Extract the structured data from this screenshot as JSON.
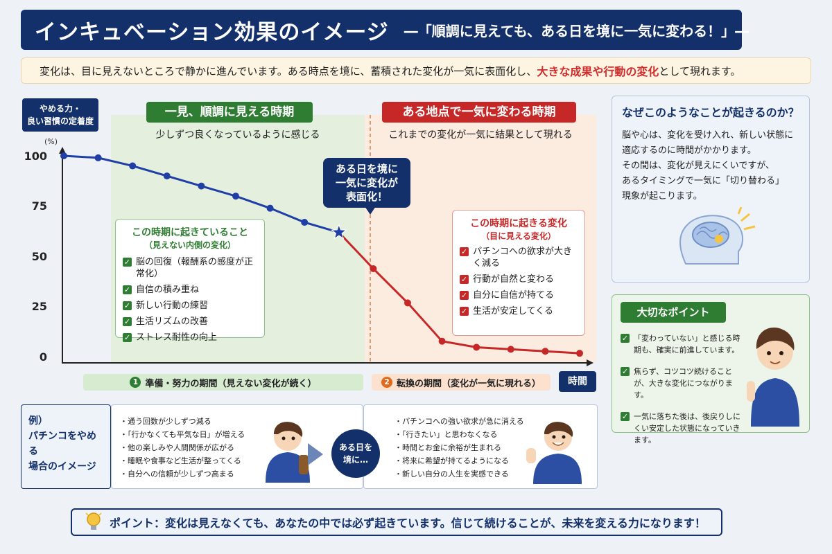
{
  "title": {
    "main": "インキュベーション効果のイメージ",
    "sub": "―「順調に見えても、ある日を境に一気に変わる！」―"
  },
  "intro": {
    "text": "変化は、目に見えないところで静かに進んでいます。ある時点を境に、蓄積された変化が一気に表面化し、",
    "emphasis": "大きな成果や行動の変化",
    "suffix": "として現れます。"
  },
  "chart_data": {
    "type": "line",
    "ylabel_lines": [
      "やめる力・",
      "良い習慣の定着度"
    ],
    "y_unit": "(%)",
    "yticks": [
      100,
      75,
      50,
      25,
      0
    ],
    "ylim": [
      0,
      100
    ],
    "xlabel": "時間",
    "x": [
      1,
      2,
      3,
      4,
      5,
      6,
      7,
      8,
      9,
      10,
      11,
      12,
      13,
      14,
      15,
      16
    ],
    "series": [
      {
        "values": [
          100,
          99,
          95,
          90,
          85,
          80,
          74,
          67,
          62,
          null,
          null,
          null,
          null,
          null,
          null,
          null
        ],
        "color": "#1f3fa6"
      },
      {
        "values": [
          null,
          null,
          null,
          null,
          null,
          null,
          null,
          null,
          62,
          44,
          27,
          8,
          5,
          4,
          3,
          2
        ],
        "color": "#c62828"
      }
    ],
    "turning_point_x": 9
  },
  "phases": {
    "phase1": {
      "title": "一見、順調に見える時期",
      "sub": "少しずつ良くなっているように感じる"
    },
    "phase2": {
      "title": "ある地点で一気に変わる時期",
      "sub": "これまでの変化が一気に結果として現れる"
    }
  },
  "callout": {
    "lines": [
      "ある日を境に",
      "一気に変化が",
      "表面化！"
    ]
  },
  "hidden_box": {
    "title": "この時期に起きていること",
    "sub": "（見えない内側の変化）",
    "items": [
      "脳の回復（報酬系の感度が正常化）",
      "自信の積み重ね",
      "新しい行動の練習",
      "生活リズムの改善",
      "ストレス耐性の向上"
    ]
  },
  "visible_box": {
    "title": "この時期に起きる変化",
    "sub": "（目に見える変化）",
    "items": [
      "パチンコへの欲求が大きく減る",
      "行動が自然と変わる",
      "自分に自信が持てる",
      "生活が安定してくる"
    ]
  },
  "bars": {
    "bar1": {
      "num": "1",
      "label": "準備・努力の期間（見えない変化が続く）"
    },
    "bar2": {
      "num": "2",
      "label": "転換の期間（変化が一気に現れる）"
    }
  },
  "why": {
    "title": "なぜこのようなことが起きるのか？",
    "lines": [
      "脳や心は、変化を受け入れ、新しい状態に",
      "適応するのに時間がかかります。",
      "その間は、変化が見えにくいですが、",
      "あるタイミングで一気に「切り替わる」",
      "現象が起こります。"
    ]
  },
  "points": {
    "title": "大切なポイント",
    "items": [
      "「変わっていない」と感じる時期も、確実に前進しています。",
      "焦らず、コツコツ続けることが、大きな変化につながります。",
      "一気に落ちた後は、後戻りしにくい安定した状態になっていきます。"
    ]
  },
  "example": {
    "label_lines": [
      "例）",
      "パチンコをやめる",
      "場合のイメージ"
    ],
    "before": [
      "・通う回数が少しずつ減る",
      "・「行かなくても平気な日」が増える",
      "・他の楽しみや人間関係が広がる",
      "・睡眠や食事など生活が整ってくる",
      "・自分への信頼が少しずつ高まる"
    ],
    "bubble": [
      "ある日を",
      "境に…"
    ],
    "after": [
      "・パチンコへの強い欲求が急に消える",
      "・「行きたい」と思わなくなる",
      "・時間とお金に余裕が生まれる",
      "・将来に希望が持てるようになる",
      "・新しい自分の人生を実感できる"
    ]
  },
  "bottom": {
    "text": "ポイント：変化は見えなくても、あなたの中では必ず起きています。信じて続けることが、未来を変える力になります！"
  },
  "colors": {
    "navy": "#13306b",
    "green": "#2f7d32",
    "red": "#c62828",
    "blue_line": "#1f3fa6"
  },
  "icons": [
    "lightbulb-icon",
    "brain-icon",
    "boy-icon",
    "star-icon",
    "check-icon"
  ]
}
